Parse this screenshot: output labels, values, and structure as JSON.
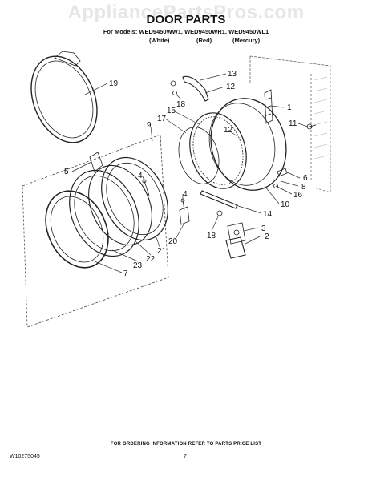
{
  "watermark": "AppliancePartsPros.com",
  "header": {
    "title": "DOOR PARTS",
    "models": "For Models: WED9450WW1, WED9450WR1, WED9450WL1",
    "colors": [
      "(White)",
      "(Red)",
      "(Mercury)"
    ]
  },
  "callouts": [
    "19",
    "13",
    "12",
    "18",
    "1",
    "15",
    "17",
    "9",
    "12",
    "11",
    "5",
    "4",
    "6",
    "8",
    "16",
    "10",
    "4",
    "14",
    "3",
    "2",
    "18",
    "20",
    "21",
    "22",
    "23",
    "7"
  ],
  "footer": {
    "note": "FOR ORDERING INFORMATION REFER TO PARTS PRICE LIST",
    "doc_number": "W10275045",
    "page": "7"
  }
}
